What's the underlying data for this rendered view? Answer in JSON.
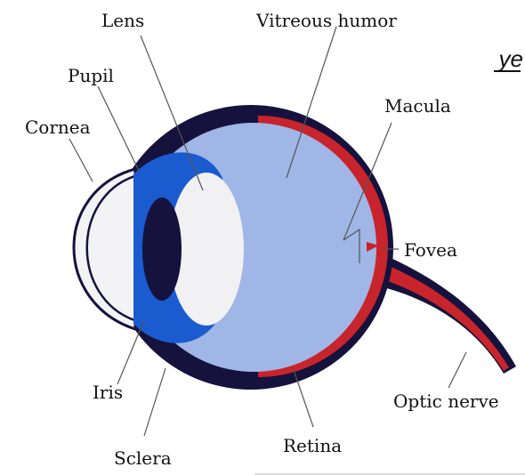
{
  "title_fragment": "ye",
  "labels": {
    "lens": "Lens",
    "vitreous_humor": "Vitreous humor",
    "pupil": "Pupil",
    "macula": "Macula",
    "cornea": "Cornea",
    "fovea": "Fovea",
    "iris": "Iris",
    "optic_nerve": "Optic nerve",
    "sclera": "Sclera",
    "retina": "Retina"
  },
  "colors": {
    "sclera": "#15123d",
    "iris": "#1a5bd0",
    "vitreous": "#9fb6e6",
    "lens": "#f1f1f4",
    "pupil": "#15123d",
    "retina": "#c8242c",
    "cornea_fill": "#f3f3f6",
    "leader": "#555555"
  }
}
